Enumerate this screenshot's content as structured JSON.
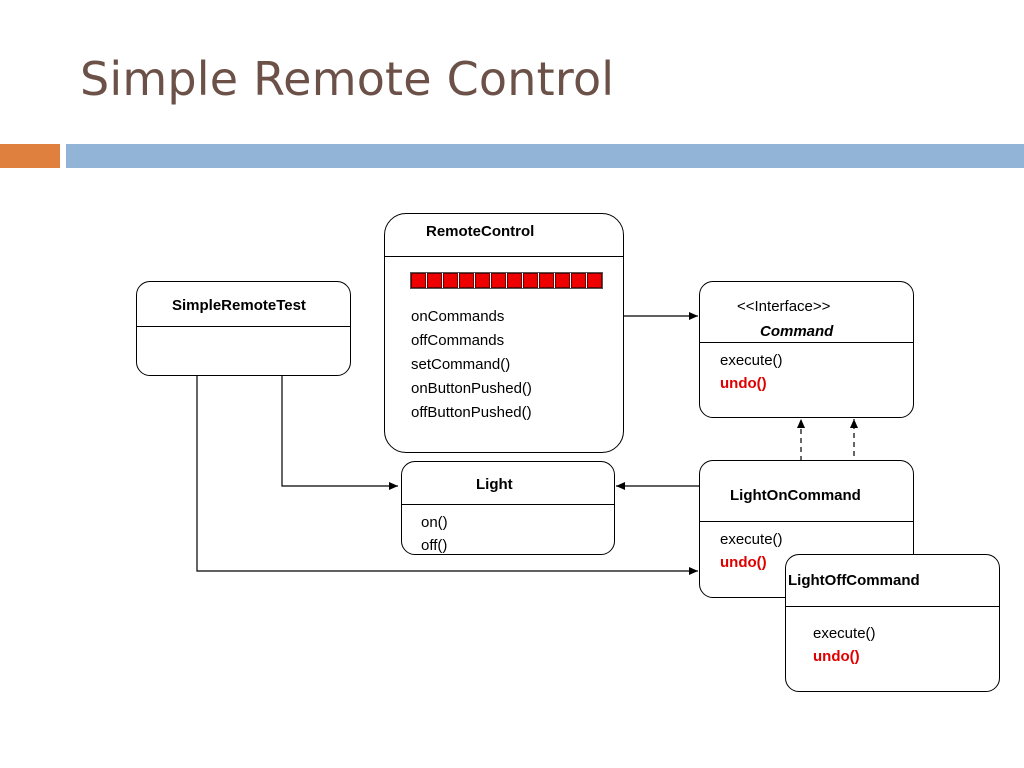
{
  "slide": {
    "title": "Simple Remote Control"
  },
  "remote_control": {
    "name": "RemoteControl",
    "slot_count": 12,
    "members": [
      "onCommands",
      "offCommands",
      "setCommand()",
      "onButtonPushed()",
      "offButtonPushed()"
    ]
  },
  "simple_remote_test": {
    "name": "SimpleRemoteTest"
  },
  "command": {
    "stereotype": "<<Interface>>",
    "name": "Command",
    "members": [
      "execute()",
      "undo()"
    ]
  },
  "light": {
    "name": "Light",
    "members": [
      "on()",
      "off()"
    ]
  },
  "light_on_command": {
    "name": "LightOnCommand",
    "members": [
      "execute()",
      "undo()"
    ]
  },
  "light_off_command": {
    "name": "LightOffCommand",
    "members": [
      "execute()",
      "undo()"
    ]
  },
  "colors": {
    "accent_orange": "#e0803f",
    "accent_blue": "#92b4d6",
    "undo_red": "#e00000",
    "slot_red": "#ee0000"
  }
}
